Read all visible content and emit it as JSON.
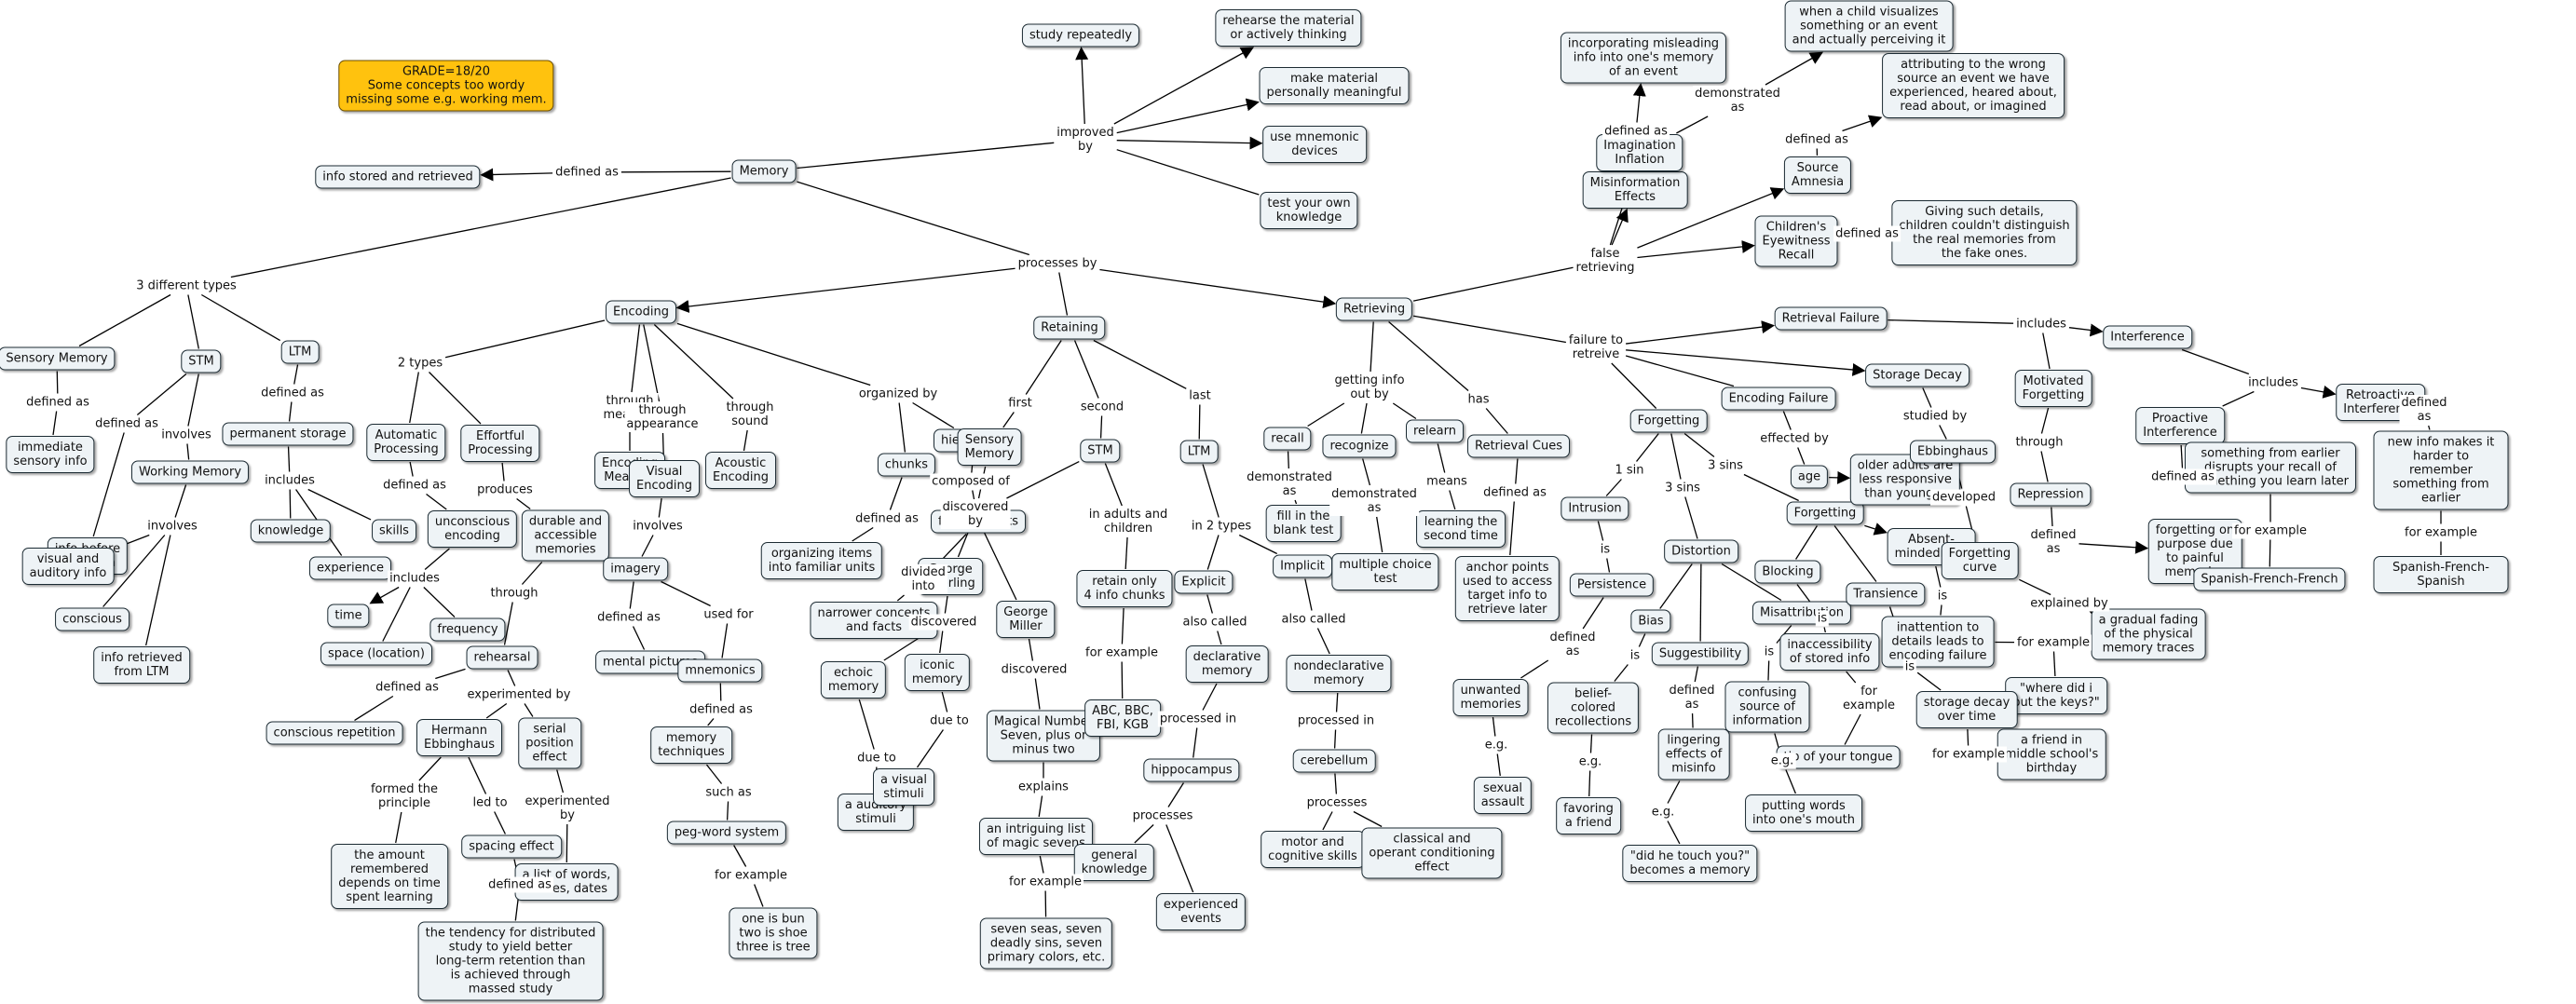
{
  "nodes": {
    "grade": "GRADE=18/20\nSome concepts too wordy\nmissing some e.g. working mem.",
    "memory": "Memory",
    "info_stored": "info stored and retrieved",
    "study_repeatedly": "study repeatedly",
    "rehearse_material": "rehearse the material\nor actively thinking",
    "make_meaningful": "make material\npersonally meaningful",
    "use_mnemonic": "use mnemonic\ndevices",
    "test_knowledge": "test your own\nknowledge",
    "sensory_memory": "Sensory Memory",
    "immediate_sensory": "immediate\nsensory info",
    "stm": "STM",
    "info_before_forgotten": "info before\nforgotten",
    "working_memory": "Working Memory",
    "visual_auditory": "visual and\nauditory info",
    "conscious": "conscious",
    "info_from_ltm": "info retrieved\nfrom LTM",
    "ltm": "LTM",
    "permanent_storage": "permanent storage",
    "knowledge": "knowledge",
    "skills": "skills",
    "experience": "experience",
    "encoding": "Encoding",
    "automatic_processing": "Automatic\nProcessing",
    "unconscious_encoding": "unconscious\nencoding",
    "time": "time",
    "space_location": "space (location)",
    "frequency": "frequency",
    "effortful_processing": "Effortful\nProcessing",
    "durable_memories": "durable and\naccessible\nmemories",
    "rehearsal": "rehearsal",
    "conscious_repetition": "conscious repetition",
    "hermann_ebbinghaus": "Hermann\nEbbinghaus",
    "serial_position": "serial\nposition\neffect",
    "amount_remembered": "the amount\nremembered\ndepends on time\nspent learning",
    "spacing_effect": "spacing effect",
    "list_of_words": "a list of words,\nnames, dates",
    "tendency_distributed": "the tendency for distributed\nstudy to yield better\nlong-term retention than\nis achieved through\nmassed study",
    "encoding_meaning": "Encoding\nMeaning",
    "visual_encoding": "Visual\nEncoding",
    "imagery": "imagery",
    "mental_pictures": "mental pictures",
    "mnemonics": "mnemonics",
    "memory_techniques": "memory\ntechniques",
    "peg_word": "peg-word system",
    "one_is_bun": "one is bun\ntwo is shoe\nthree is tree",
    "acoustic_encoding": "Acoustic\nEncoding",
    "chunks": "chunks",
    "organizing_items": "organizing items\ninto familiar units",
    "hierarchies": "hierarchies",
    "few_concepts": "few concepts",
    "narrower_concepts": "narrower concepts\nand facts",
    "retaining": "Retaining",
    "sensory_memory_2": "Sensory\nMemory",
    "george_sperling": "George\nSperling",
    "echoic_memory": "echoic\nmemory",
    "iconic_memory": "iconic\nmemory",
    "auditory_stimuli": "a auditory\nstimuli",
    "visual_stimuli": "a visual\nstimuli",
    "stm_2": "STM",
    "george_miller": "George\nMiller",
    "magical_number": "Magical Number\nSeven, plus or\nminus two",
    "intriguing_list": "an intriguing list\nof magic sevens",
    "seven_seas": "seven seas, seven\ndeadly sins, seven\nprimary colors, etc.",
    "retain_4_chunks": "retain only\n4 info chunks",
    "abc_bbc": "ABC, BBC,\nFBI, KGB",
    "ltm_2": "LTM",
    "explicit": "Explicit",
    "declarative_memory": "declarative\nmemory",
    "hippocampus": "hippocampus",
    "general_knowledge": "general\nknowledge",
    "experienced_events": "experienced\nevents",
    "implicit": "Implicit",
    "nondeclarative_memory": "nondeclarative\nmemory",
    "cerebellum": "cerebellum",
    "motor_skills": "motor and\ncognitive skills",
    "classical_operant": "classical and\noperant conditioning\neffect",
    "retrieving": "Retrieving",
    "recall": "recall",
    "fill_blank": "fill in the\nblank test",
    "recognize": "recognize",
    "multiple_choice": "multiple choice\ntest",
    "relearn": "relearn",
    "learning_second": "learning the\nsecond time",
    "retrieval_cues": "Retrieval Cues",
    "anchor_points": "anchor points\nused to access\ntarget info to\nretrieve later",
    "incorporating_misleading": "incorporating misleading\ninfo into one's memory\nof an event",
    "misinformation_effects": "Misinformation\nEffects",
    "imagination_inflation": "Imagination\nInflation",
    "child_visualizes": "when a child visualizes\nsomething or an event\nand actually perceiving it",
    "source_amnesia": "Source\nAmnesia",
    "attributing_wrong_source": "attributing to the wrong\nsource an event we have\nexperienced, heared about,\nread about, or imagined",
    "childrens_eyewitness": "Children's\nEyewitness\nRecall",
    "giving_details": "Giving such details,\nchildren couldn't distinguish\nthe real memories from\nthe fake ones.",
    "forgetting": "Forgetting",
    "intrusion": "Intrusion",
    "persistence": "Persistence",
    "unwanted_memories": "unwanted\nmemories",
    "sexual_assault": "sexual\nassault",
    "distortion": "Distortion",
    "bias": "Bias",
    "belief_colored": "belief-\ncolored\nrecollections",
    "favoring_friend": "favoring\na friend",
    "suggestibility": "Suggestibility",
    "lingering_effects": "lingering\neffects of\nmisinfo",
    "did_he_touch": "\"did he touch you?\"\nbecomes a memory",
    "misattribution": "Misattribution",
    "confusing_source": "confusing\nsource of\ninformation",
    "putting_words": "putting words\ninto one's mouth",
    "forgetting_2": "Forgetting",
    "blocking": "Blocking",
    "inaccessibility": "inaccessibility\nof stored info",
    "tip_of_tongue": "tip of your tongue",
    "absent_mindedness": "Absent-\nmindedness",
    "inattention": "inattention to\ndetails leads to\nencoding failure",
    "where_keys": "\"where did i\nput the keys?\"",
    "transience": "Transience",
    "storage_decay_time": "storage decay\nover time",
    "friend_middle_school": "a friend in\nmiddle school's\nbirthday",
    "encoding_failure": "Encoding Failure",
    "age": "age",
    "older_adults": "older adults are\nless responsive\nthan younger",
    "storage_decay": "Storage Decay",
    "ebbinghaus": "Ebbinghaus",
    "forgetting_curve": "Forgetting\ncurve",
    "gradual_fading": "a gradual fading\nof the physical\nmemory traces",
    "retrieval_failure": "Retrieval Failure",
    "motivated_forgetting": "Motivated\nForgetting",
    "repression": "Repression",
    "forgetting_on_purpose": "forgetting on\npurpose due\nto painful\nmemories",
    "interference": "Interference",
    "proactive_interference": "Proactive\nInterference",
    "something_earlier": "something from earlier\ndisrupts your recall of\nsomething you learn later",
    "spanish_french_french": "Spanish-French-French",
    "retroactive_interference": "Retroactive\nInterference",
    "new_info": "new info makes it\nharder to remember\nsomething from earlier",
    "spanish_french_spanish": "Spanish-French-Spanish"
  },
  "links": {
    "defined_as": "defined as",
    "improved_by": "improved\nby",
    "three_types": "3 different types",
    "processes_by": "processes by",
    "defined_as_sensory": "defined as",
    "defined_as_stm": "defined as",
    "involves_stm": "involves",
    "involves_wm": "involves",
    "defined_as_ltm": "defined as",
    "includes_ltm": "includes",
    "two_types": "2 types",
    "through_meaning": "through\nmeaning",
    "through_appearance": "through\nappearance",
    "through_sound": "through\nsound",
    "organized_by": "organized by",
    "defined_as_auto": "defined as",
    "includes_auto": "includes",
    "produces": "produces",
    "through_effortful": "through",
    "defined_as_rehearsal": "defined as",
    "experimented_by": "experimented by",
    "formed_principle": "formed the\nprinciple",
    "led_to": "led to",
    "experimented_by_2": "experimented\nby",
    "defined_as_spacing": "defined as",
    "involves_visual": "involves",
    "defined_as_imagery": "defined as",
    "used_for": "used for",
    "defined_as_mnemonics": "defined as",
    "such_as": "such as",
    "for_example_peg": "for example",
    "defined_as_chunks": "defined as",
    "composed_of": "composed of",
    "divided_into": "divided\ninto",
    "first": "first",
    "second": "second",
    "last": "last",
    "discovered_by": "discovered\nby",
    "discovered_sperling": "discovered",
    "due_to_echoic": "due to",
    "due_to_iconic": "due to",
    "discovered_miller": "discovered",
    "in_adults": "in adults and\nchildren",
    "for_example_stm": "for example",
    "explains": "explains",
    "for_example_magic": "for example",
    "in_2_types": "in 2 types",
    "also_called_explicit": "also called",
    "processed_in_explicit": "processed in",
    "processes_hippo": "processes",
    "also_called_implicit": "also called",
    "processed_in_implicit": "processed in",
    "processes_cere": "processes",
    "getting_info_out": "getting info\nout by",
    "demonstrated_as_recall": "demonstrated\nas",
    "demonstrated_as_recognize": "demonstrated\nas",
    "means": "means",
    "has": "has",
    "defined_as_cues": "defined as",
    "false_retrieving": "false\nretrieving",
    "defined_as_misinfo": "defined as",
    "demonstrated_as_imag": "demonstrated\nas",
    "defined_as_source": "defined as",
    "defined_as_children": "defined as",
    "failure_to_retreive": "failure to\nretreive",
    "one_sin": "1 sin",
    "three_sins_a": "3 sins",
    "three_sins_b": "3 sins",
    "is_intrusion": "is",
    "defined_as_persistence": "defined\nas",
    "eg_unwanted": "e.g.",
    "is_bias": "is",
    "eg_belief": "e.g.",
    "defined_as_sugg": "defined\nas",
    "eg_lingering": "e.g.",
    "is_misattribution": "is",
    "eg_confusing": "e.g.",
    "is_blocking": "is",
    "for_example_blocking": "for\nexample",
    "is_absent": "is",
    "for_example_absent": "for example",
    "is_transience": "is",
    "for_example_transience": "for example",
    "effected_by": "effected by",
    "studied_by": "studied by",
    "developed": "developed",
    "explained_by": "explained by",
    "includes_retrieval": "includes",
    "through_motivated": "through",
    "defined_as_repression": "defined\nas",
    "includes_interference": "includes",
    "defined_as_proactive": "defined as",
    "for_example_proactive": "for example",
    "defined_as_retroactive": "defined\nas",
    "for_example_retroactive": "for example"
  }
}
